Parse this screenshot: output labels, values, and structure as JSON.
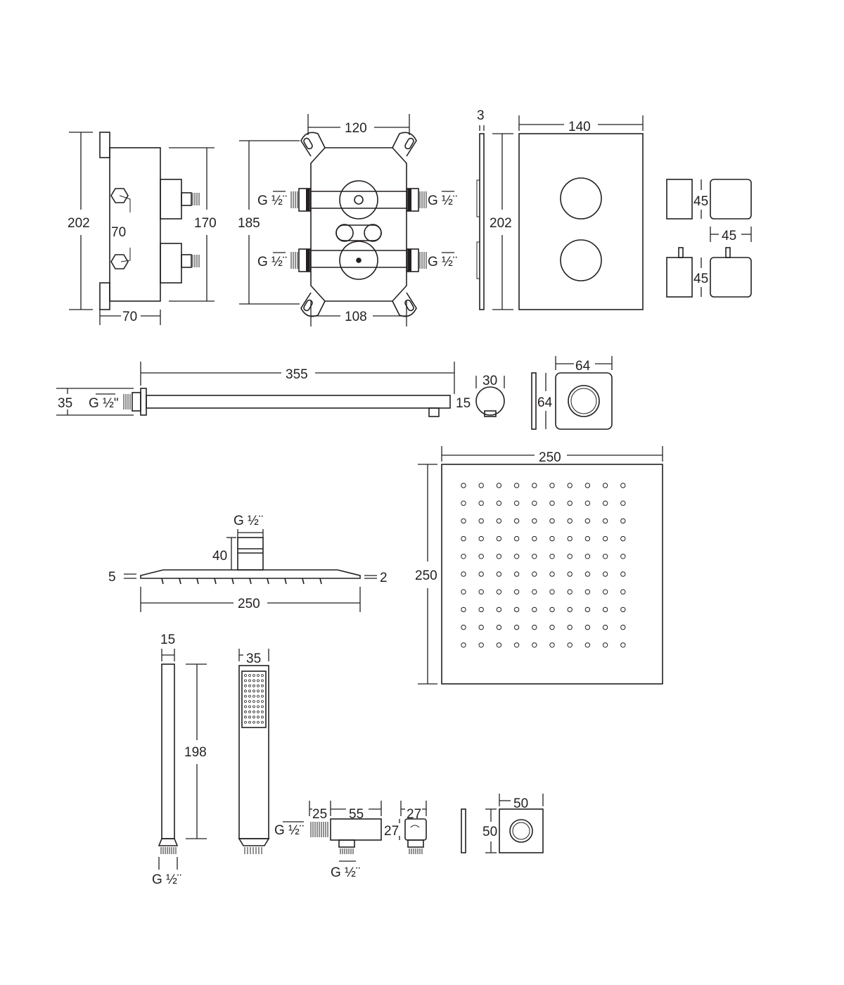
{
  "colors": {
    "line": "#231f20",
    "background": "#ffffff"
  },
  "valve_side": {
    "height": "202",
    "port_spacing": "70",
    "depth": "70",
    "body_height": "170"
  },
  "valve_front": {
    "width_top": "120",
    "height": "185",
    "width_bottom": "108",
    "thread": "G ½¨"
  },
  "cover_plate": {
    "thickness": "3",
    "width": "140",
    "height": "202"
  },
  "handles": {
    "height_top": "45",
    "width": "45",
    "height_bottom": "45"
  },
  "shower_arm": {
    "length": "355",
    "flange": "35",
    "thread": "G ½\"",
    "tube": "15",
    "tube_width": "30"
  },
  "arm_flange": {
    "width": "64",
    "height": "64"
  },
  "head_side": {
    "thread": "G ½¨",
    "height": "40",
    "edge_left": "5",
    "edge_right": "2",
    "width": "250"
  },
  "head_top": {
    "width": "250",
    "height": "250"
  },
  "handset_bar": {
    "width": "15",
    "length": "198",
    "thread": "G ½¨"
  },
  "handset": {
    "width": "35"
  },
  "outlet_elbow": {
    "a": "25",
    "b": "55",
    "c": "27",
    "d": "27",
    "thread_in": "G ½¨",
    "thread_out": "G ½¨"
  },
  "outlet_plate": {
    "width": "50",
    "height": "50"
  }
}
